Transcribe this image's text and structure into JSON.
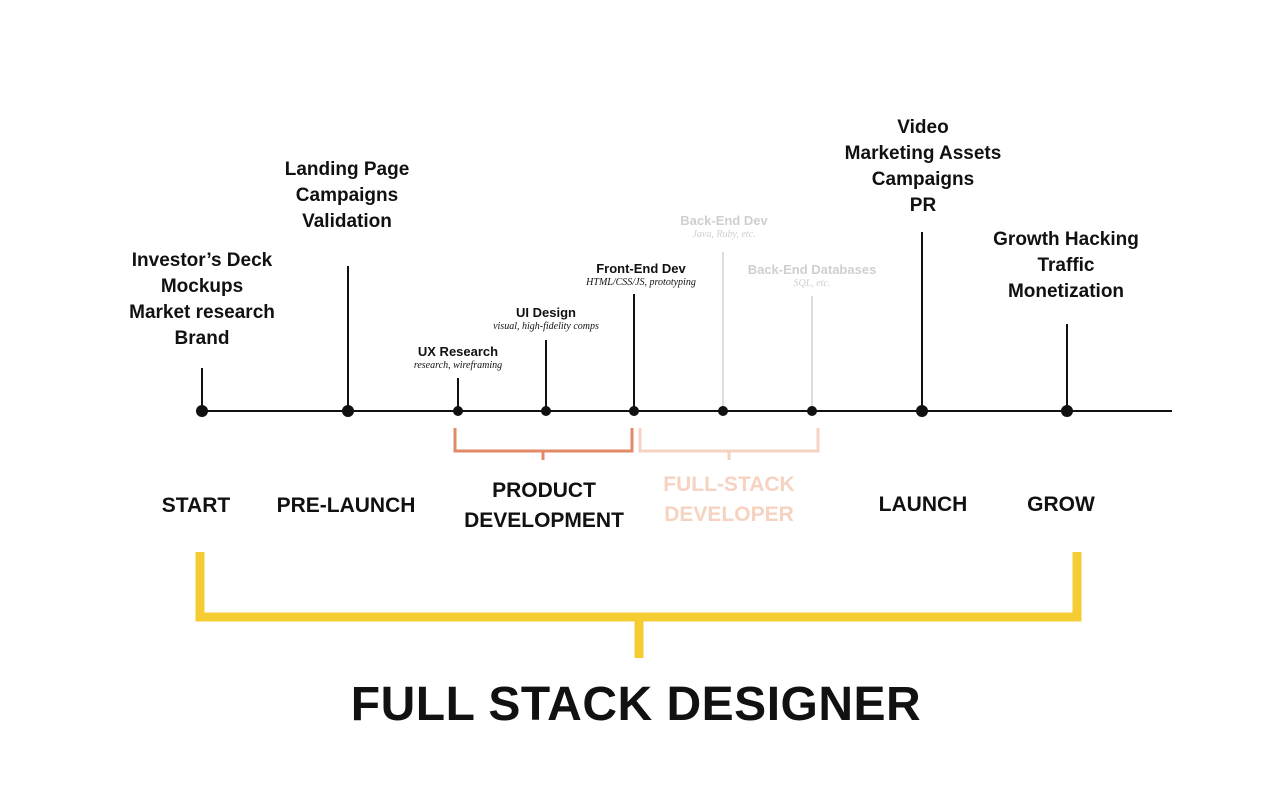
{
  "colors": {
    "timeline": "#111111",
    "faded_line": "#dddddd",
    "product_bracket": "#e08a68",
    "fullstack_bracket": "#f6d3c1",
    "designer_bracket": "#f6cc33"
  },
  "annotations": {
    "start": [
      "Investor’s Deck",
      "Mockups",
      "Market research",
      "Brand"
    ],
    "pre_launch": [
      "Landing Page",
      "Campaigns",
      "Validation"
    ],
    "launch": [
      "Video",
      "Marketing Assets",
      "Campaigns",
      "PR"
    ],
    "grow": [
      "Growth Hacking",
      "Traffic",
      "Monetization"
    ]
  },
  "sub_steps": {
    "ux": {
      "title": "UX Research",
      "note": "research, wireframing"
    },
    "ui": {
      "title": "UI Design",
      "note": "visual, high-fidelity comps"
    },
    "frontend": {
      "title": "Front-End Dev",
      "note": "HTML/CSS/JS, prototyping"
    },
    "backend": {
      "title": "Back-End Dev",
      "note": "Java, Ruby, etc."
    },
    "databases": {
      "title": "Back-End Databases",
      "note": "SQL, etc."
    }
  },
  "phases": {
    "start": "START",
    "pre_launch": "PRE-LAUNCH",
    "product_1": "PRODUCT",
    "product_2": "DEVELOPMENT",
    "fullstack_1": "FULL-STACK",
    "fullstack_2": "DEVELOPER",
    "launch": "LAUNCH",
    "grow": "GROW"
  },
  "main_title": "FULL STACK DESIGNER"
}
